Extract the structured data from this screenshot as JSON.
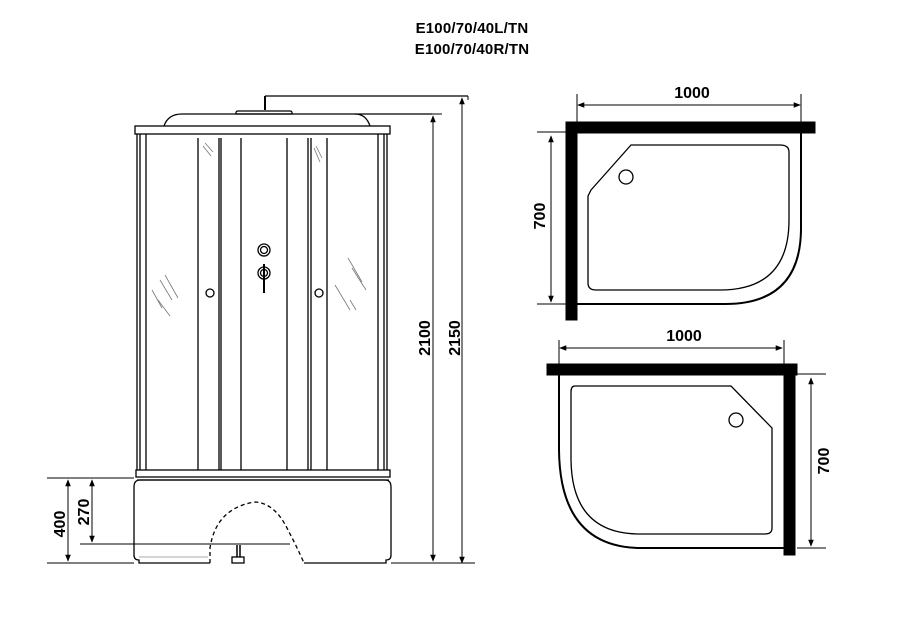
{
  "header": {
    "model_left": "E100/70/40L/TN",
    "model_right": "E100/70/40R/TN"
  },
  "front_view": {
    "dimensions": {
      "total_height": "2150",
      "cabin_height": "2100",
      "tray_height": "400",
      "tray_inner_height": "270"
    }
  },
  "plan_view_left": {
    "width": "1000",
    "depth": "700"
  },
  "plan_view_right": {
    "width": "1000",
    "depth": "700"
  },
  "colors": {
    "line": "#000000",
    "background": "#ffffff",
    "light_line": "#bbbbbb"
  }
}
